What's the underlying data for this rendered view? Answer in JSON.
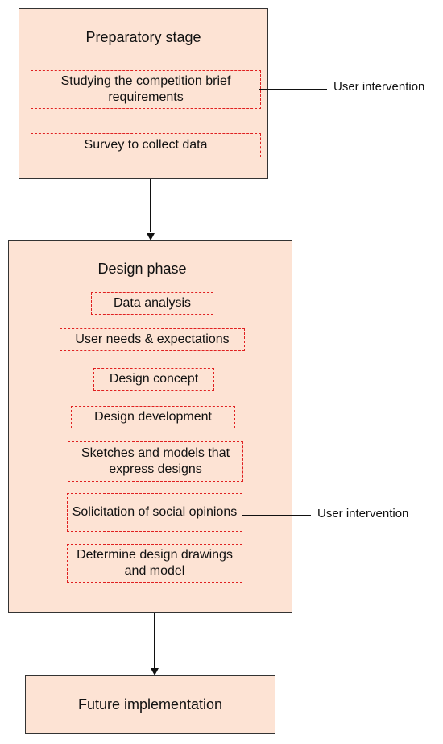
{
  "preparatory": {
    "title": "Preparatory stage",
    "steps": [
      "Studying the competition brief requirements",
      "Survey to collect data"
    ],
    "intervention": "User intervention"
  },
  "design": {
    "title": "Design phase",
    "steps": [
      "Data analysis",
      "User needs & expectations",
      "Design concept",
      "Design development",
      "Sketches and models that express designs",
      "Solicitation of social opinions",
      "Determine design drawings and model"
    ],
    "intervention": "User intervention"
  },
  "implementation": {
    "title": "Future implementation"
  },
  "colors": {
    "stage_fill": "#fde3d4",
    "step_border": "#e02020"
  }
}
